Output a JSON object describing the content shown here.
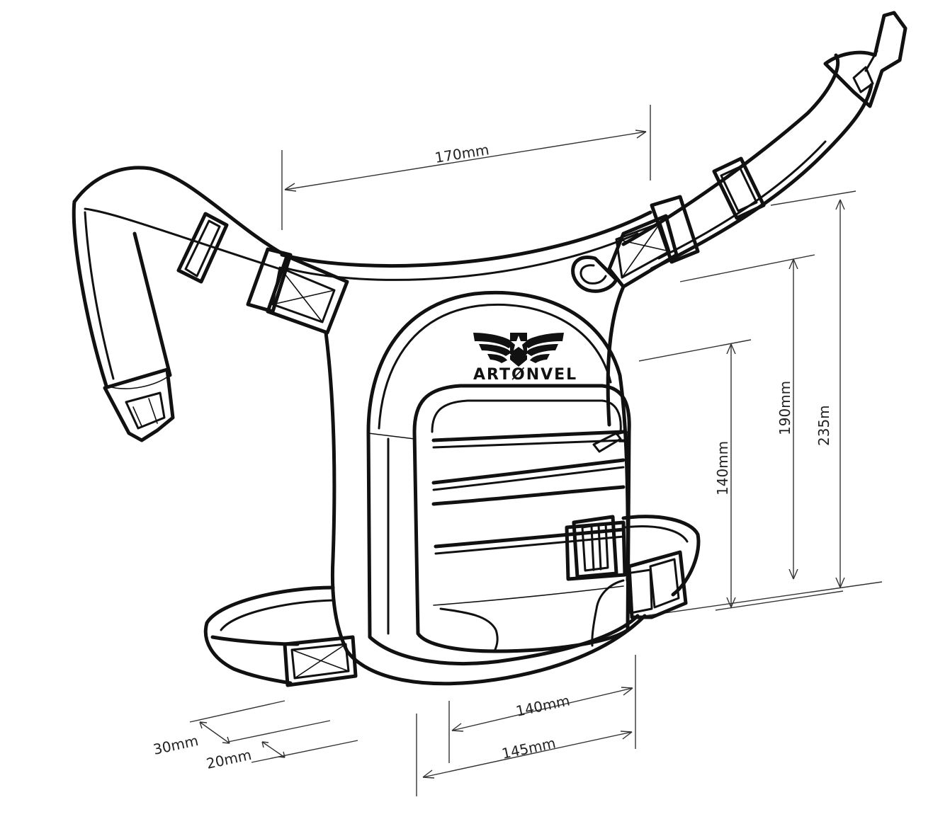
{
  "brand": {
    "name": "ARTØNVEL",
    "colors": {
      "ink": "#111111",
      "paper": "#ffffff"
    }
  },
  "dimensions": {
    "top_width": "170mm",
    "height_outer": "235m",
    "height_mid": "190mm",
    "height_inner": "140mm",
    "bottom_width_inner": "140mm",
    "bottom_width_outer": "145mm",
    "strap_width_a": "30mm",
    "strap_width_b": "20mm"
  },
  "icons": [
    "wings-star-emblem-icon",
    "side-release-buckle-icon",
    "slide-buckle-icon",
    "d-ring-icon",
    "zipper-pull-icon"
  ]
}
